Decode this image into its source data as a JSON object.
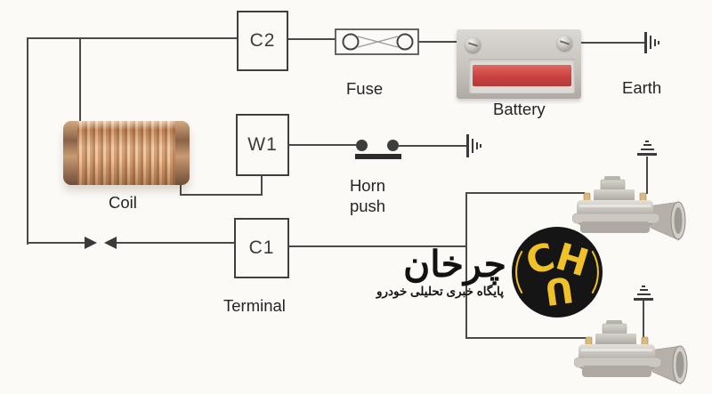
{
  "diagram": {
    "title_semantic": "horn-circuit-wiring-diagram",
    "boxes": {
      "c2": "C2",
      "w1": "W1",
      "c1": "C1"
    },
    "labels": {
      "fuse": "Fuse",
      "battery": "Battery",
      "earth": "Earth",
      "horn_push_line1": "Horn",
      "horn_push_line2": "push",
      "coil": "Coil",
      "terminal": "Terminal"
    },
    "colors": {
      "wire": "#4a4a4a",
      "battery_band": "#c84341",
      "coil_copper": "#cd9161",
      "logo_background": "#151515",
      "logo_accent": "#f0c228"
    }
  },
  "watermark": {
    "wordmark": "چرخان",
    "subtitle": "پایگاه خبری تحلیلی خودرو",
    "monogram": {
      "c": "C",
      "h": "H",
      "u": "U"
    }
  }
}
